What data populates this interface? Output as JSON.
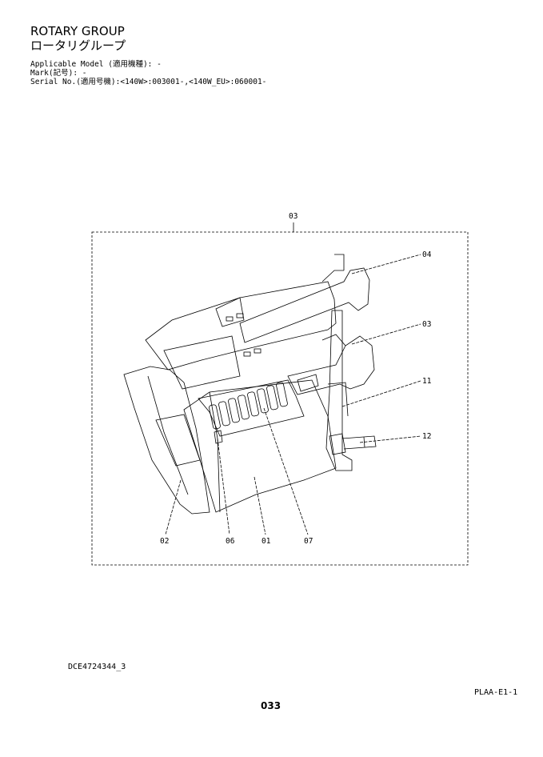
{
  "header": {
    "title_en": "ROTARY GROUP",
    "title_jp": "ロータリグループ",
    "applicable_model": "Applicable Model (適用機種): -",
    "mark": "Mark(記号): -",
    "serial_no": "Serial No.(適用号機):<140W>:003001-,<140W_EU>:060001-"
  },
  "diagram": {
    "callouts": {
      "assembly": "03",
      "c04": "04",
      "c03": "03",
      "c11": "11",
      "c12": "12",
      "c02": "02",
      "c06": "06",
      "c01": "01",
      "c07": "07"
    }
  },
  "footer": {
    "doc_number": "DCE4724344_3",
    "page_code": "PLAA-E1-1",
    "page_number": "033"
  }
}
